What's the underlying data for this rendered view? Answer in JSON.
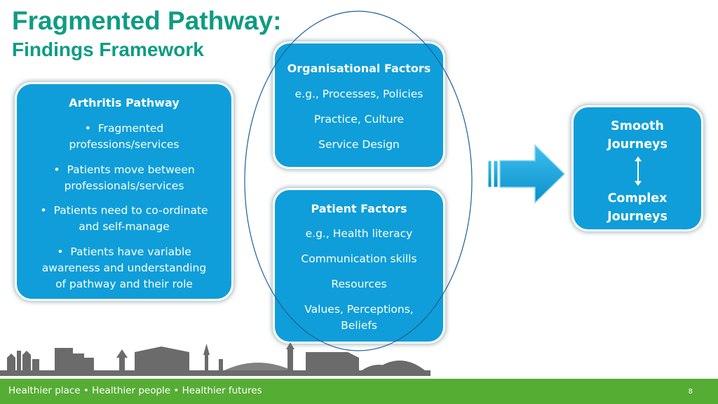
{
  "slide": {
    "title": "Fragmented Pathway:",
    "subtitle": "Findings Framework"
  },
  "arthritis_box": {
    "heading": "Arthritis Pathway",
    "bullets": [
      {
        "lines": [
          "Fragmented",
          "professions/services"
        ]
      },
      {
        "lines": [
          "Patients move between",
          "professionals/services"
        ]
      },
      {
        "lines": [
          "Patients need to co-ordinate",
          "and self-manage"
        ]
      },
      {
        "lines": [
          "Patients have variable",
          "awareness and understanding",
          "of pathway and their role"
        ]
      }
    ],
    "bullet_glyph": "•"
  },
  "organisational_box": {
    "heading": "Organisational Factors",
    "lines": [
      "e.g., Processes, Policies",
      "Practice, Culture",
      "Service Design"
    ]
  },
  "patient_box": {
    "heading": "Patient Factors",
    "lines": [
      "e.g., Health literacy",
      "Communication skills",
      "Resources",
      "Values, Perceptions,",
      "Beliefs"
    ]
  },
  "journeys_box": {
    "top_label_line1": "Smooth",
    "top_label_line2": "Journeys",
    "bottom_label_line1": "Complex",
    "bottom_label_line2": "Journeys",
    "connector_icon": "double-headed-arrow-icon"
  },
  "footer": {
    "tagline": "Healthier place • Healthier people • Healthier futures",
    "page_number": "8"
  },
  "colors": {
    "title_green": "#0e9c82",
    "box_blue": "#0f9ed9",
    "footer_green": "#56ad34",
    "skyline_grey": "#6b6b6b",
    "ellipse_blue": "#1f5f9a"
  }
}
